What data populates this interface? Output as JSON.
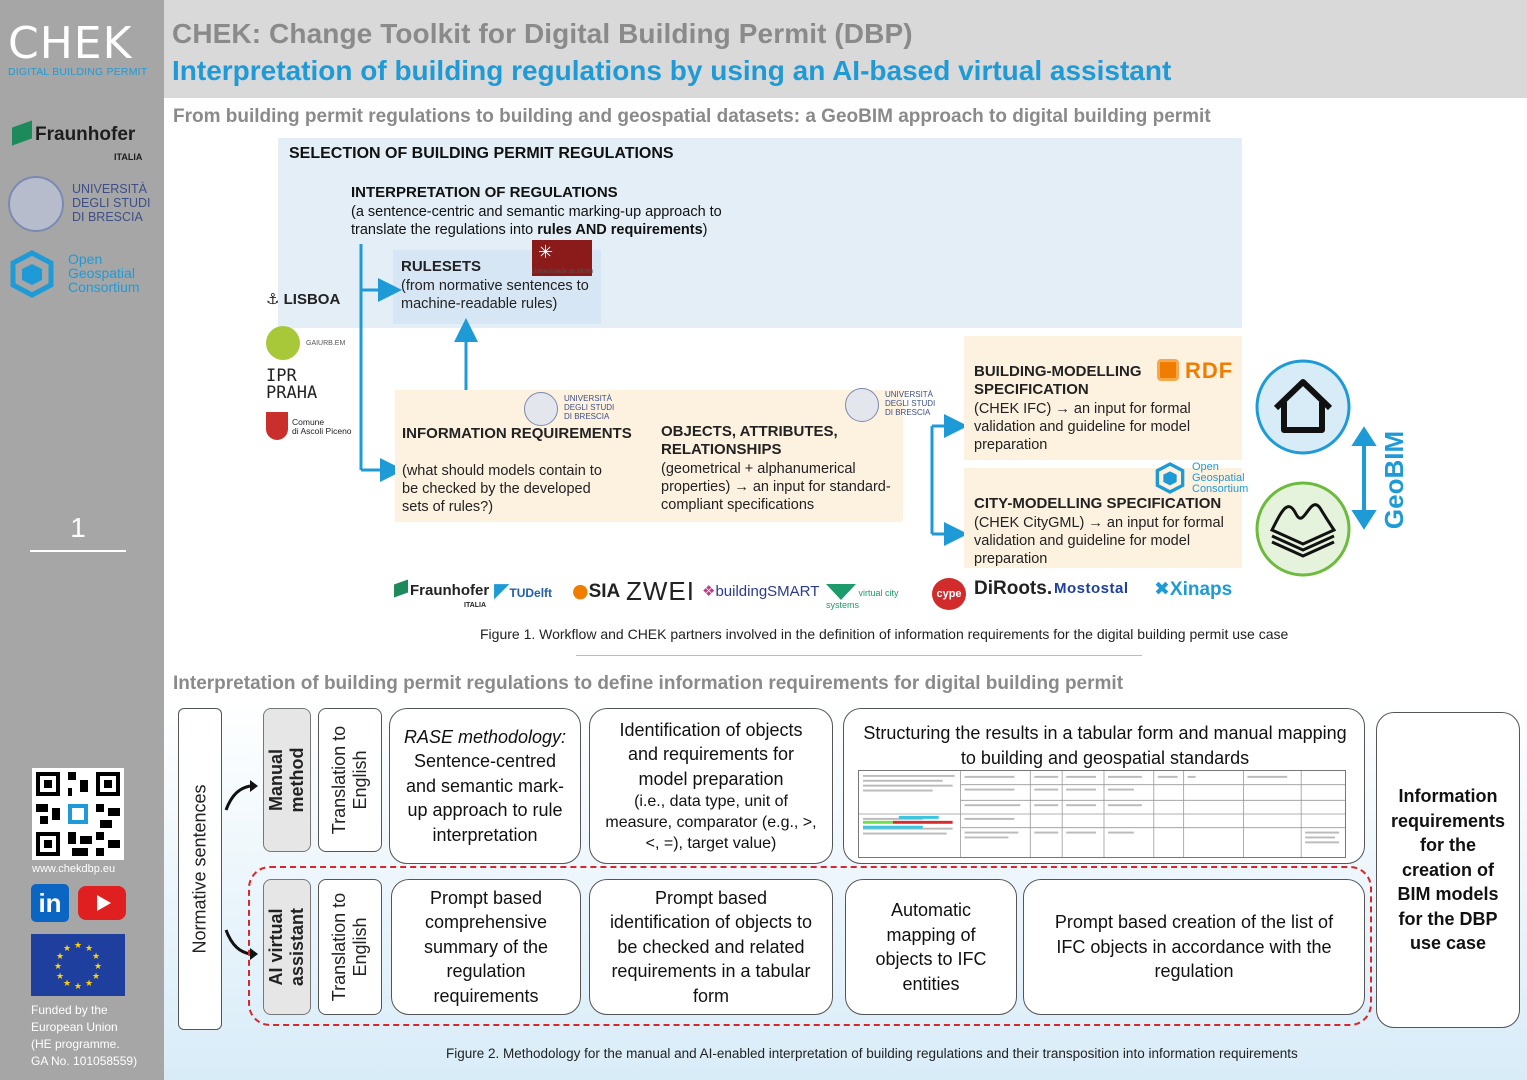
{
  "header": {
    "logo_text": "CHEK",
    "logo_subtitle": "DIGITAL BUILDING PERMIT",
    "title": "CHEK: Change Toolkit for Digital Building Permit (DBP)",
    "subtitle": "Interpretation of building regulations by using an AI-based virtual assistant"
  },
  "sidebar": {
    "fraunhofer": "Fraunhofer",
    "fraunhofer_sub": "ITALIA",
    "unibs": [
      "UNIVERSITÀ",
      "DEGLI STUDI",
      "DI BRESCIA"
    ],
    "ogc": [
      "Open",
      "Geospatial",
      "Consortium"
    ],
    "page_number": "1",
    "website": "www.chekdbp.eu",
    "linkedin": "in",
    "funded_by": [
      "Funded by the",
      "European Union",
      "(HE programme.",
      "GA No. 101058559)"
    ]
  },
  "figure1": {
    "section_heading": "From building permit regulations to building and geospatial datasets: a GeoBIM approach to digital building permit",
    "selection_title": "SELECTION OF BUILDING PERMIT REGULATIONS",
    "interpretation_title": "INTERPRETATION OF REGULATIONS",
    "interpretation_body_1": "(a sentence-centric and semantic marking-up approach to",
    "interpretation_body_2": "translate the regulations into ",
    "interpretation_body_bold": "rules AND requirements",
    "interpretation_body_end": ")",
    "rulesets_title": "RULESETS",
    "rulesets_body": "(from normative sentences to machine-readable rules)",
    "uminho": "Universidade do Minho",
    "info_title": "INFORMATION REQUIREMENTS",
    "info_body": "(what should models contain to be checked by the developed sets of rules?)",
    "objects_title": "OBJECTS, ATTRIBUTES, RELATIONSHIPS",
    "objects_body": "(geometrical + alphanumerical properties) → an input for standard-compliant specifications",
    "building_title": "BUILDING-MODELLING SPECIFICATION",
    "building_body": "(CHEK IFC) → an input for formal validation and guideline for model preparation",
    "city_title": "CITY-MODELLING SPECIFICATION",
    "city_body": "(CHEK CityGML) → an input for formal validation and guideline for model preparation",
    "rdf": "RDF",
    "geobim": "GeoBIM",
    "cities": {
      "lisboa": "LISBOA",
      "gaiurb": "GAIURB.EM",
      "ipr": [
        "IPR",
        "PRAHA"
      ],
      "ascoli": [
        "Comune",
        "di Ascoli Piceno"
      ]
    },
    "partners": [
      "Fraunhofer",
      "TUDelft",
      "SIA",
      "ZWEI",
      "buildingSMART",
      "virtual city systems",
      "cype",
      "DiRoots.",
      "Mostostal",
      "Xinaps"
    ],
    "caption": "Figure 1. Workflow and CHEK partners involved in the definition of information requirements for the digital building permit use case"
  },
  "figure2": {
    "section_heading": "Interpretation of building permit regulations to define information requirements for digital building permit",
    "normative": "Normative sentences",
    "manual": [
      "Manual",
      "method"
    ],
    "ai": [
      "AI virtual",
      "assistant"
    ],
    "translation": [
      "Translation to",
      "English"
    ],
    "rase_italic": "RASE methodology:",
    "rase_body": "Sentence-centred and semantic mark-up approach to rule interpretation",
    "ident_body": "Identification of objects and requirements for model preparation",
    "ident_small": "(i.e., data type, unit of measure, comparator (e.g., >, <, =), target value)",
    "structuring": "Structuring the results in a tabular form and manual mapping to building and geospatial standards",
    "info_req": "Information requirements for the creation of BIM models for the DBP use case",
    "prompt1": "Prompt based comprehensive summary of the regulation requirements",
    "prompt2": "Prompt based identification of objects to be checked and related requirements in a tabular form",
    "auto": "Automatic mapping of objects to IFC entities",
    "prompt3": "Prompt based creation of the list of IFC objects in accordance with the regulation",
    "caption": "Figure 2. Methodology for the manual and AI-enabled interpretation of building regulations and their transposition into information requirements"
  },
  "colors": {
    "accent": "#1e9bd7",
    "header_grey": "#8a8a8a",
    "sidebar": "#a6a6a6",
    "dashed_red": "#d8272b",
    "panel_blue": "#e4eef7",
    "panel_peach": "#fdf1e0"
  }
}
